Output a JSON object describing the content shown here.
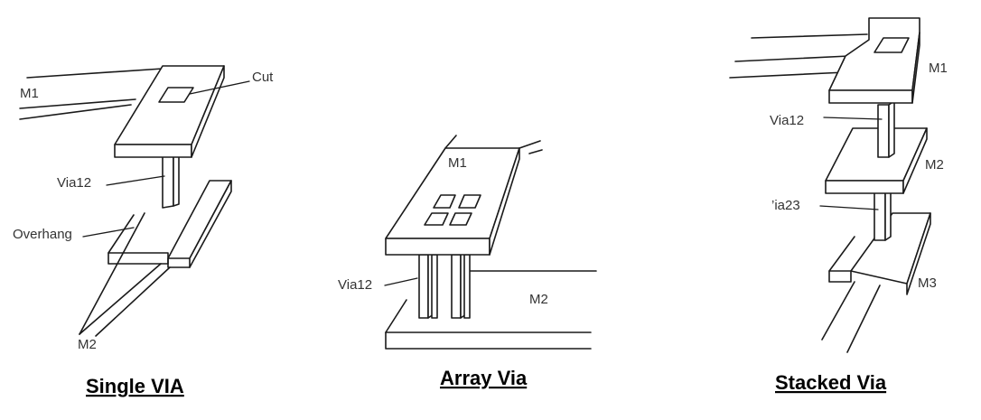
{
  "single_via": {
    "caption": "Single VIA",
    "labels": {
      "m1": "M1",
      "cut": "Cut",
      "via12": "Via12",
      "overhang": "Overhang",
      "m2": "M2"
    }
  },
  "array_via": {
    "caption": "Array Via",
    "labels": {
      "m1": "M1",
      "via12": "Via12",
      "m2": "M2"
    }
  },
  "stacked_via": {
    "caption": "Stacked Via",
    "labels": {
      "m1": "M1",
      "via12": "Via12",
      "m2": "M2",
      "via23": "’ia23",
      "m3": "M3"
    }
  }
}
